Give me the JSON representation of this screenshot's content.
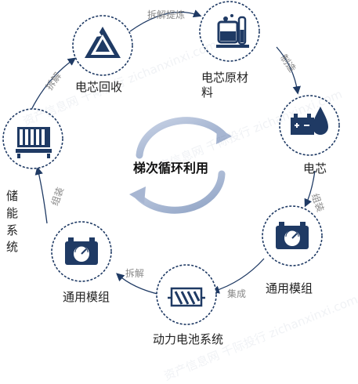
{
  "center": {
    "title": "梯次循环利用"
  },
  "nodes": [
    {
      "id": "recycle",
      "label": "电芯回收",
      "icon": "recycle-triangle-icon"
    },
    {
      "id": "material",
      "label": "电芯原材\n料",
      "icon": "lab-flask-icon"
    },
    {
      "id": "cell",
      "label": "电芯",
      "icon": "battery-drop-icon"
    },
    {
      "id": "module_right",
      "label": "通用模组",
      "icon": "battery-gauge-icon"
    },
    {
      "id": "power_system",
      "label": "动力电池系统",
      "icon": "coil-battery-icon"
    },
    {
      "id": "module_left",
      "label": "通用模组",
      "icon": "battery-gauge-icon"
    },
    {
      "id": "storage",
      "label": "储\n能\n系\n统",
      "icon": "battery-rack-icon"
    }
  ],
  "edges": [
    {
      "label": "拆解提炼"
    },
    {
      "label": "制造"
    },
    {
      "label": "组装"
    },
    {
      "label": "集成"
    },
    {
      "label": "拆解"
    },
    {
      "label": "组装"
    },
    {
      "label": "拆解"
    }
  ],
  "watermark": "资产信息网 千际投行 zichanxinxi.com",
  "colors": {
    "node_fill": "#1f3a64",
    "node_border": "#1f3a64",
    "ring": "#1f3a64",
    "edge_label": "#888888",
    "swirl": "#b9c6dc"
  }
}
